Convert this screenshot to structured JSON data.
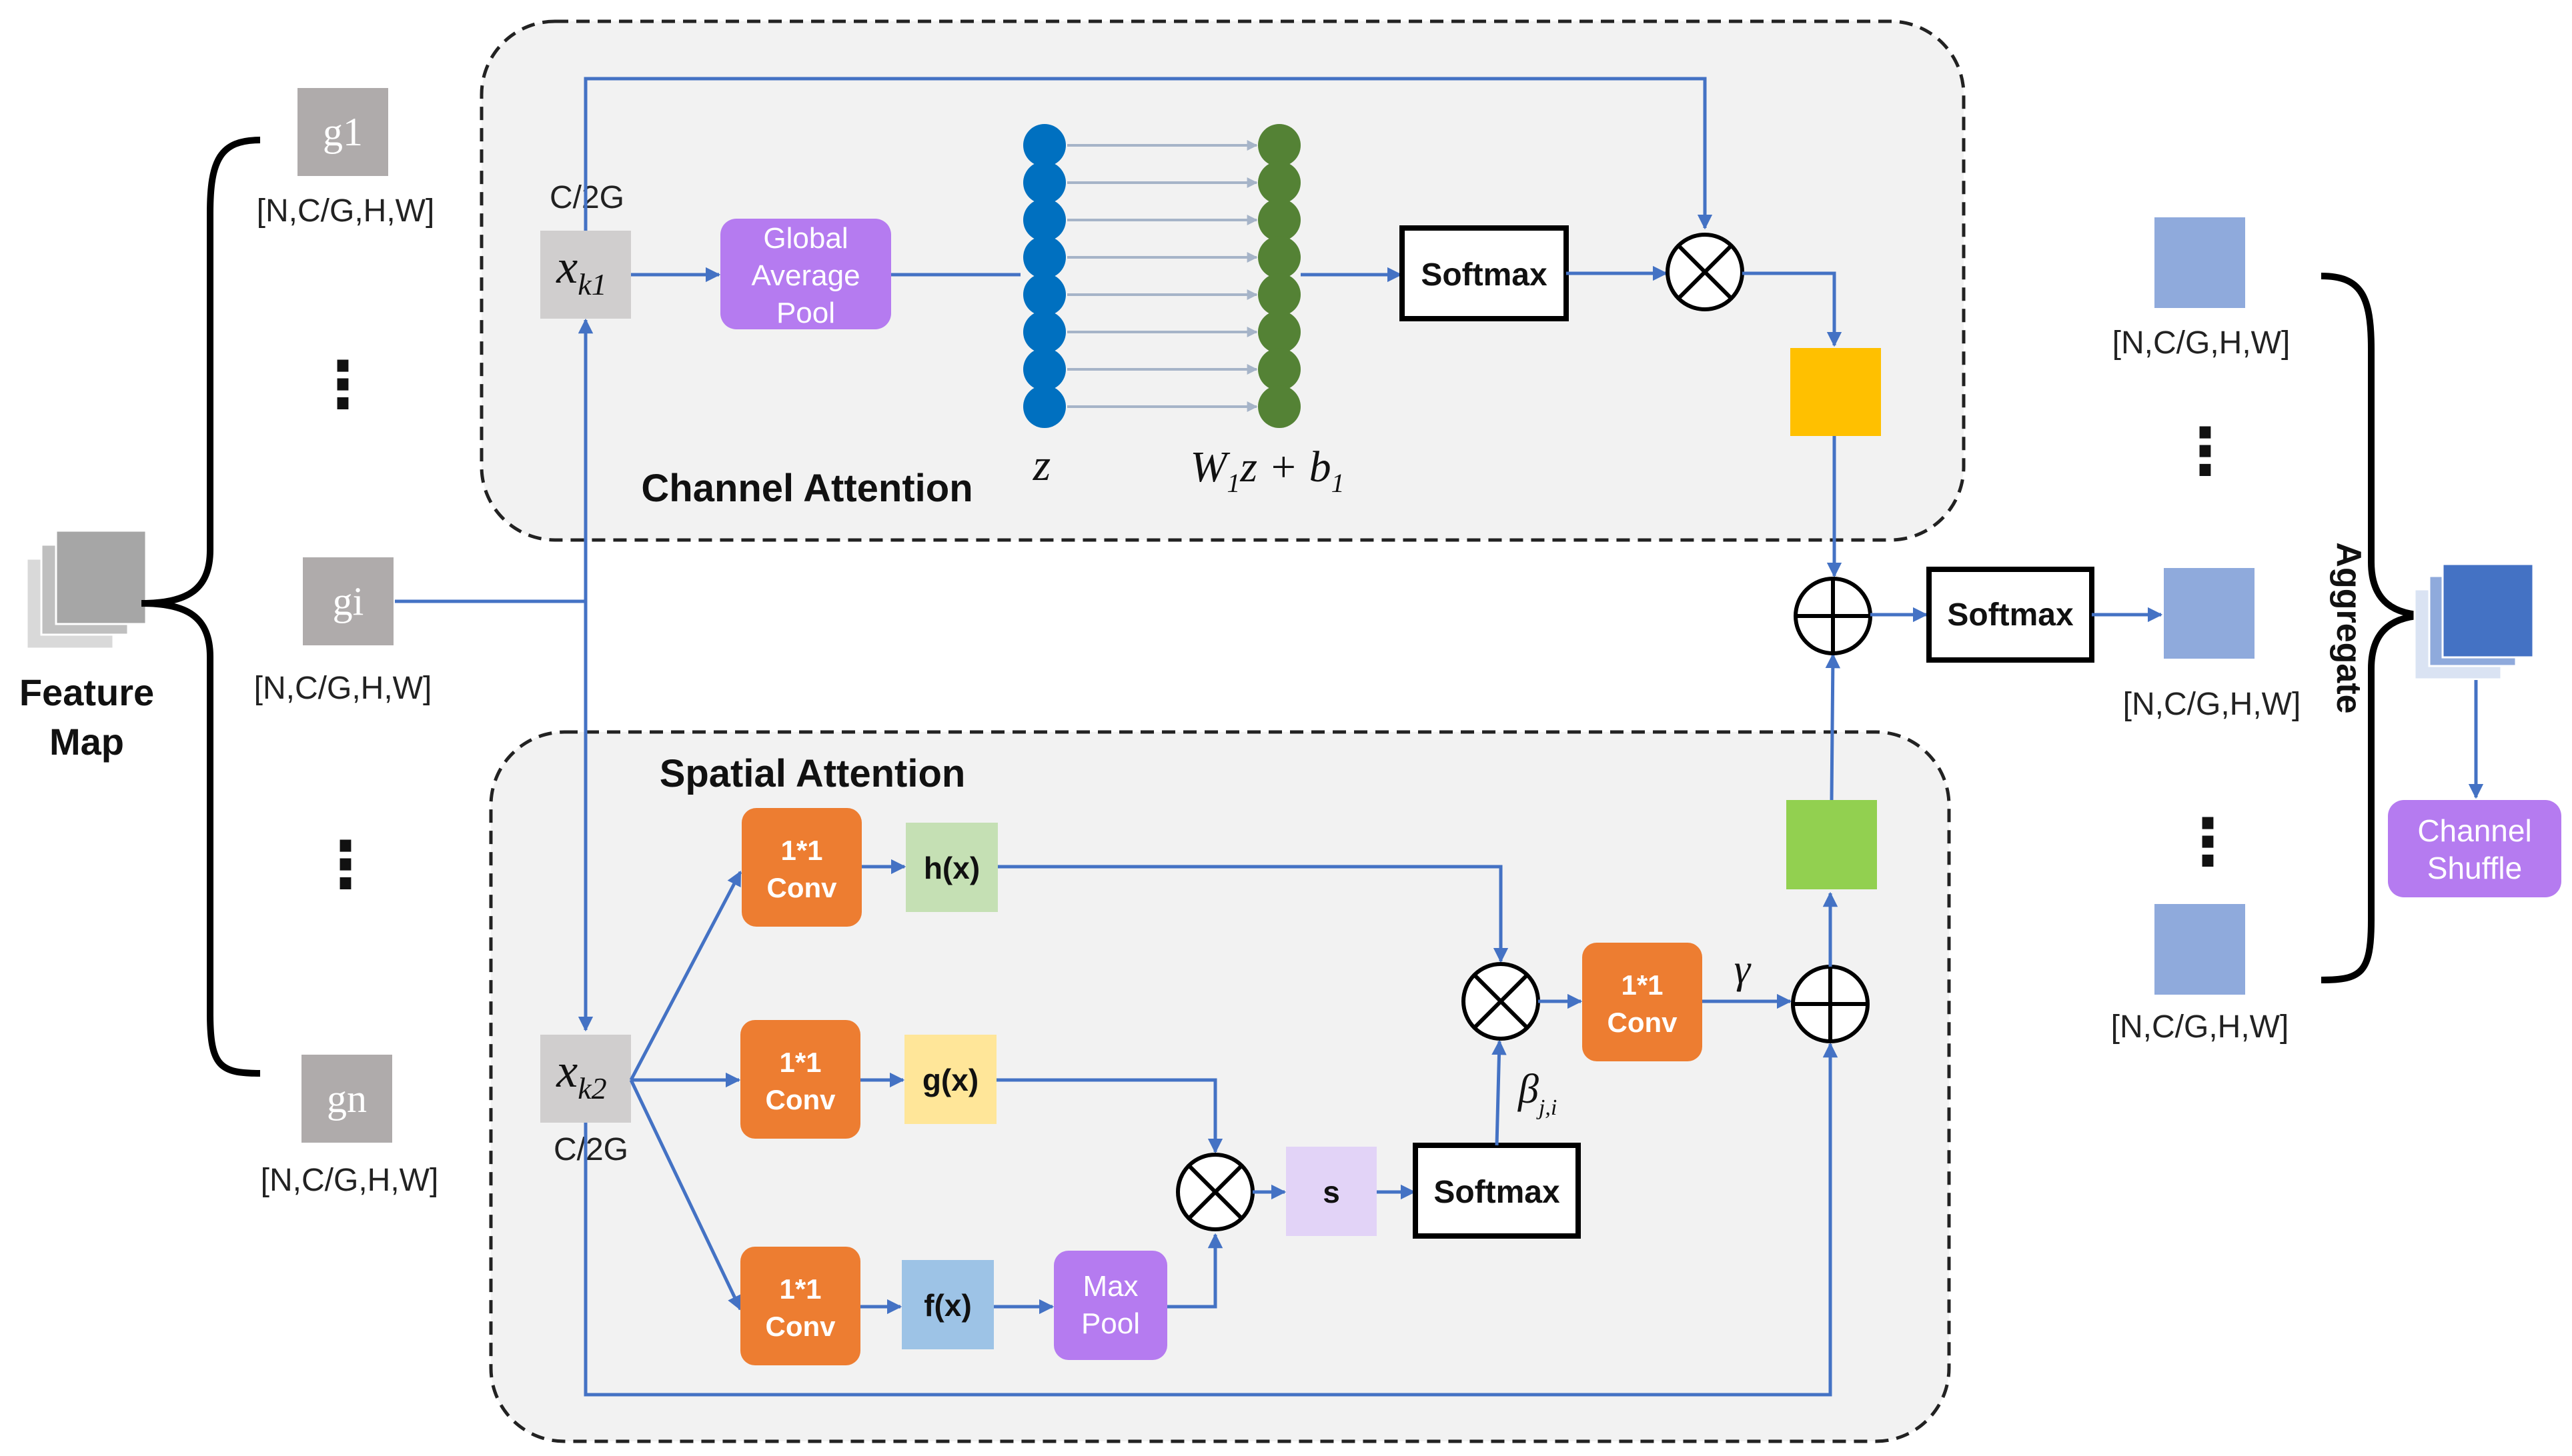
{
  "left": {
    "feature_map_line1": "Feature",
    "feature_map_line2": "Map",
    "groups": [
      {
        "label": "g1",
        "shape": "[N,C/G,H,W]"
      },
      {
        "label": "gi",
        "shape": "[N,C/G,H,W]"
      },
      {
        "label": "gn",
        "shape": "[N,C/G,H,W]"
      }
    ],
    "ellipsis": "⋮"
  },
  "channel_attention": {
    "title": "Channel Attention",
    "input": {
      "var": "x",
      "sub": "k1",
      "dims": "C/2G"
    },
    "gap_lines": [
      "Global",
      "Average",
      "Pool"
    ],
    "z_label": "z",
    "w_label": {
      "w": "W",
      "w_sub": "1",
      "mid": "z + ",
      "b": "b",
      "b_sub": "1"
    },
    "softmax": "Softmax",
    "multiply": "⊗"
  },
  "spatial_attention": {
    "title": "Spatial Attention",
    "input": {
      "var": "x",
      "sub": "k2",
      "dims": "C/2G"
    },
    "conv_lines": [
      "1*1",
      "Conv"
    ],
    "h": "h(x)",
    "g": "g(x)",
    "f": "f(x)",
    "maxpool_lines": [
      "Max",
      "Pool"
    ],
    "s": "s",
    "softmax": "Softmax",
    "beta": {
      "sym": "β",
      "sub": "j,i"
    },
    "gamma": "γ",
    "multiply": "⊗",
    "add": "⊕"
  },
  "merge": {
    "add": "⊕",
    "softmax": "Softmax"
  },
  "right": {
    "shapes": [
      "[N,C/G,H,W]",
      "[N,C/G,H,W]",
      "[N,C/G,H,W]"
    ],
    "ellipsis": "⋮",
    "aggregate": "Aggregate",
    "shuffle_lines": [
      "Channel",
      "Shuffle"
    ]
  },
  "colors": {
    "arrow": "#4472C4",
    "gray_box": "#AFABAB",
    "input_box": "#D0CECE",
    "purple": "#B57BF0",
    "orange": "#ED7D31",
    "blue_dot": "#0070C0",
    "green_dot": "#548235",
    "yellow": "#FFC000",
    "green": "#92D050",
    "h_box": "#C5E0B4",
    "g_box": "#FFE699",
    "f_box": "#9DC3E6",
    "s_box": "#E2D3F7",
    "light_blue": "#8FAADC",
    "dark_blue": "#4472C4",
    "panel": "#F2F2F2"
  }
}
